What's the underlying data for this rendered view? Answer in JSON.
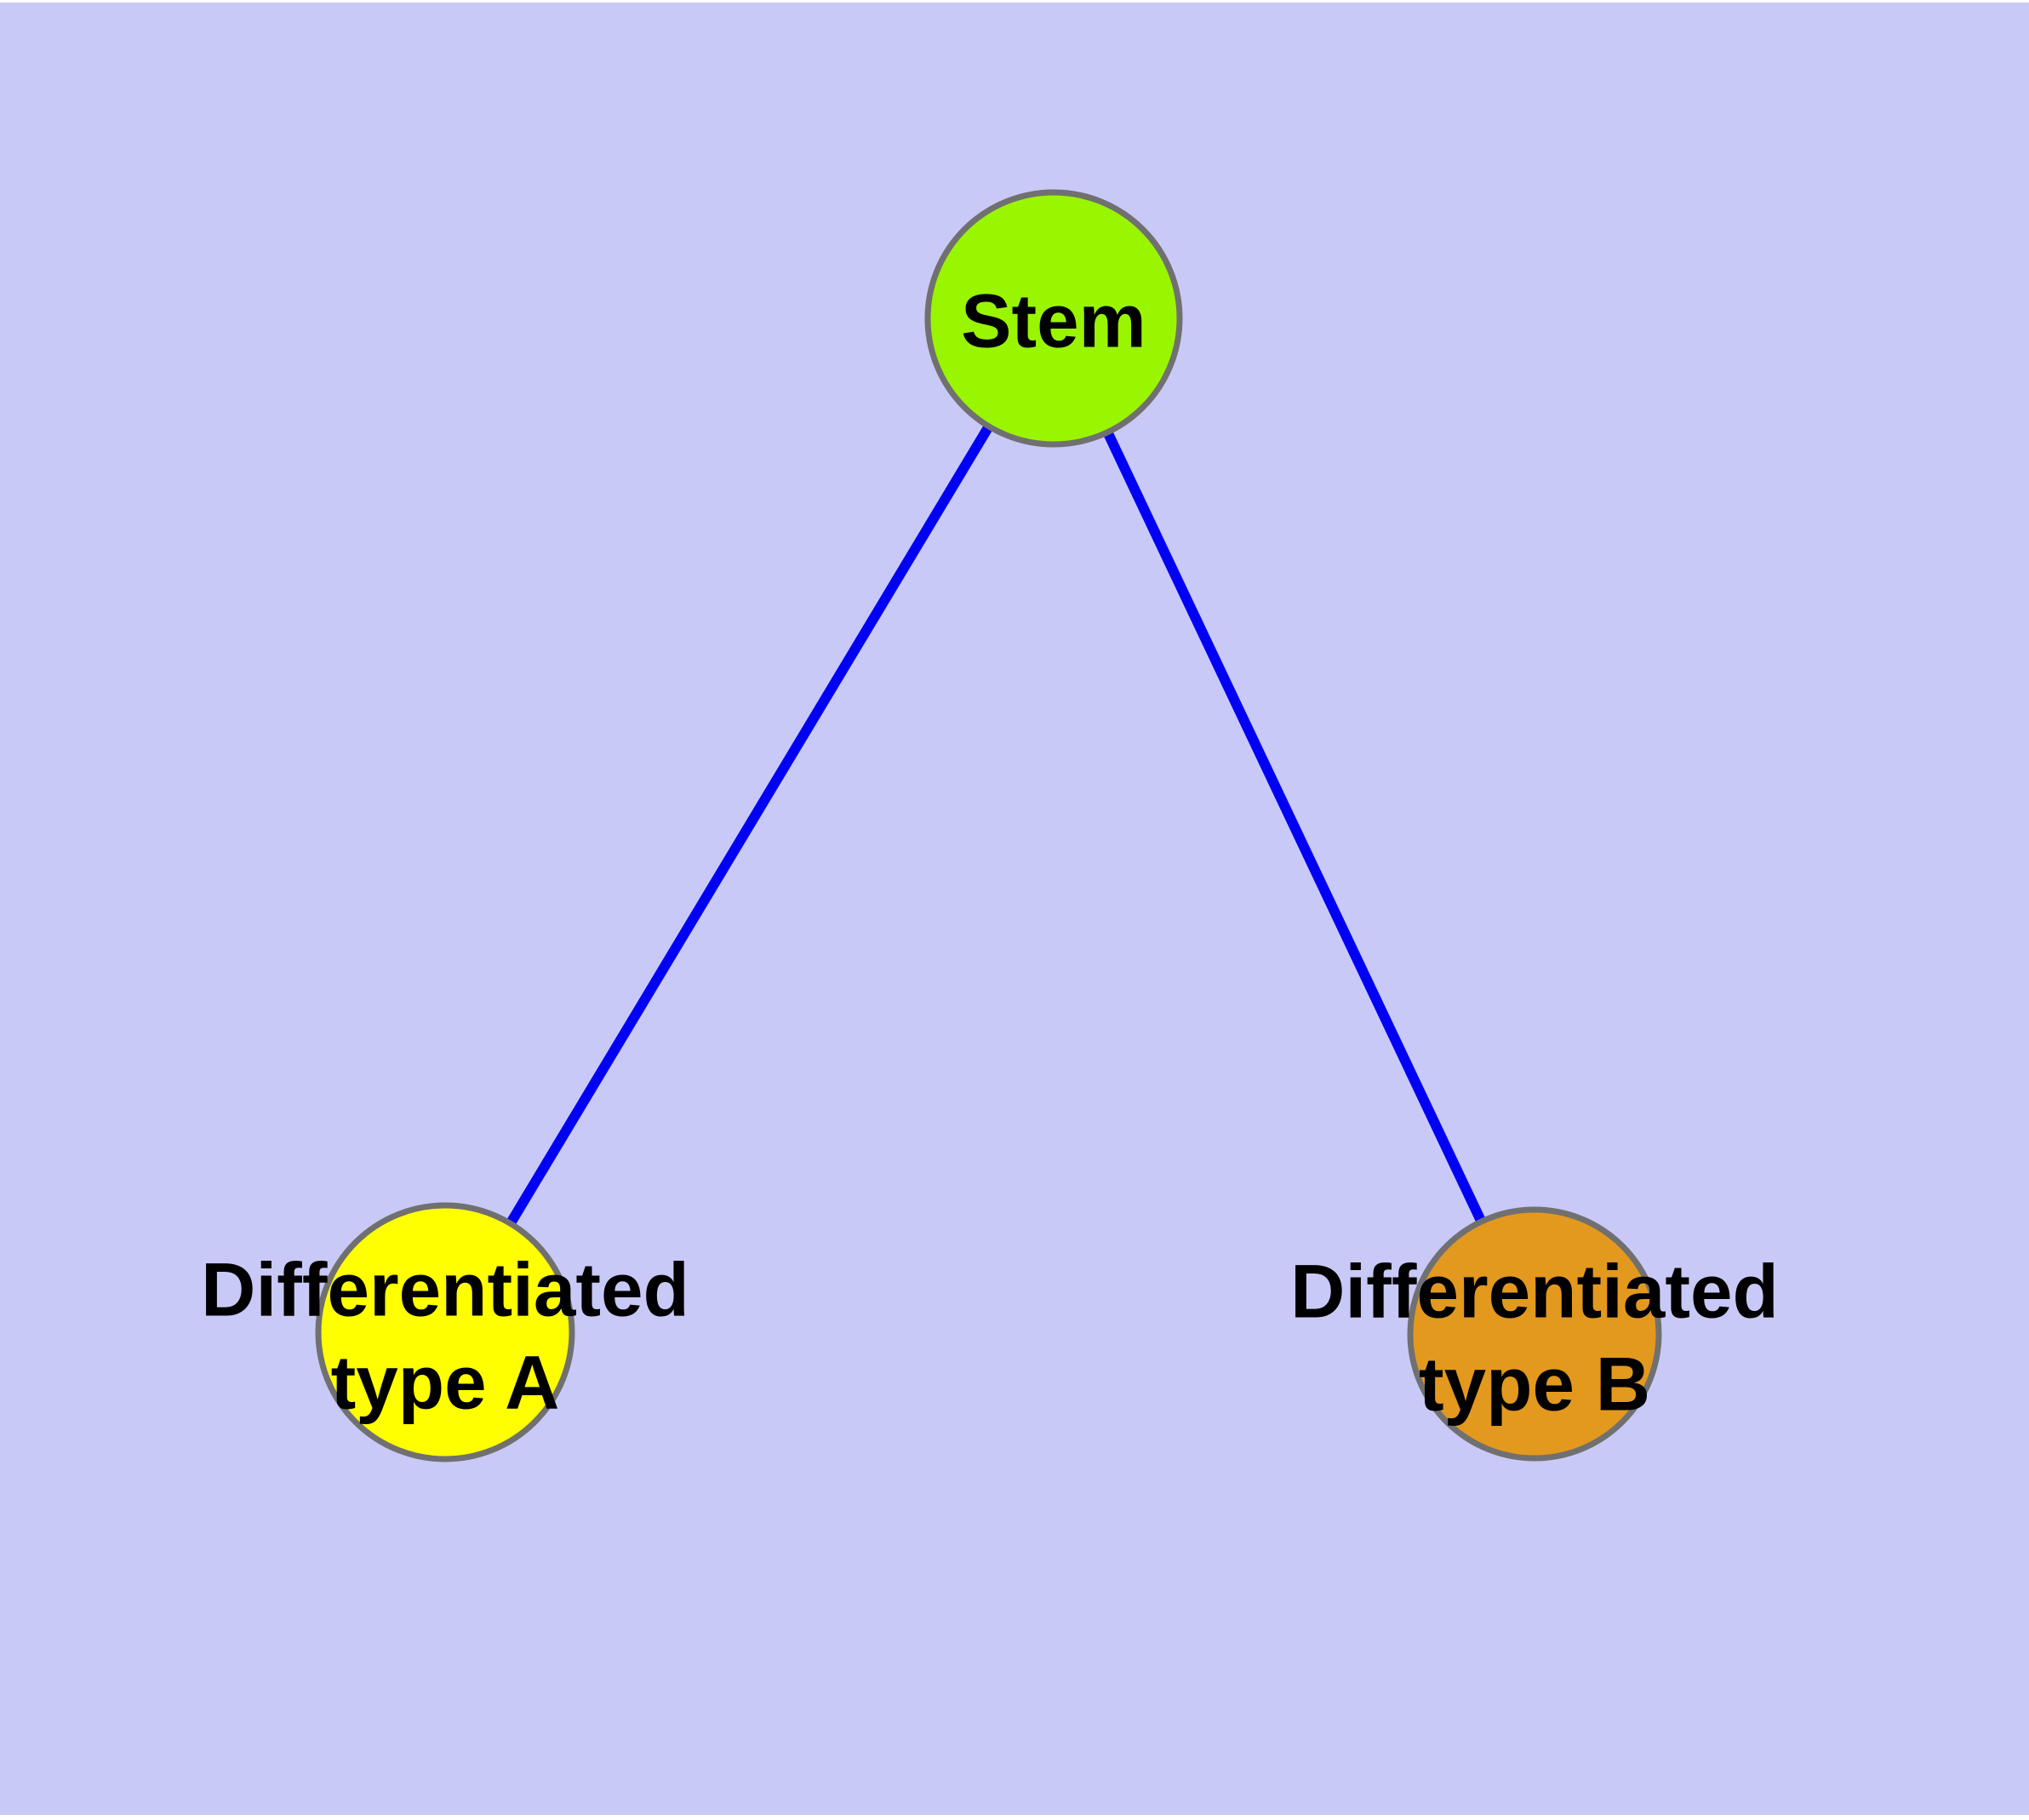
{
  "graph": {
    "type": "node-link-diagram",
    "nodes": [
      {
        "id": "stem",
        "label": "Stem",
        "fill": "#9AF500",
        "shape": "circle"
      },
      {
        "id": "type_a",
        "label": "Differentiated\ntype A",
        "fill": "#FFFF00",
        "shape": "circle"
      },
      {
        "id": "type_b",
        "label": "Differentiated\ntype B",
        "fill": "#E3991E",
        "shape": "circle"
      }
    ],
    "edges": [
      {
        "from": "stem",
        "to": "type_a"
      },
      {
        "from": "stem",
        "to": "type_b"
      }
    ]
  },
  "colors": {
    "background": "#C9C9F7",
    "page": "#FFFFFF",
    "edge": "#0000F5",
    "node_border": "#707070",
    "label_text": "#000000"
  }
}
